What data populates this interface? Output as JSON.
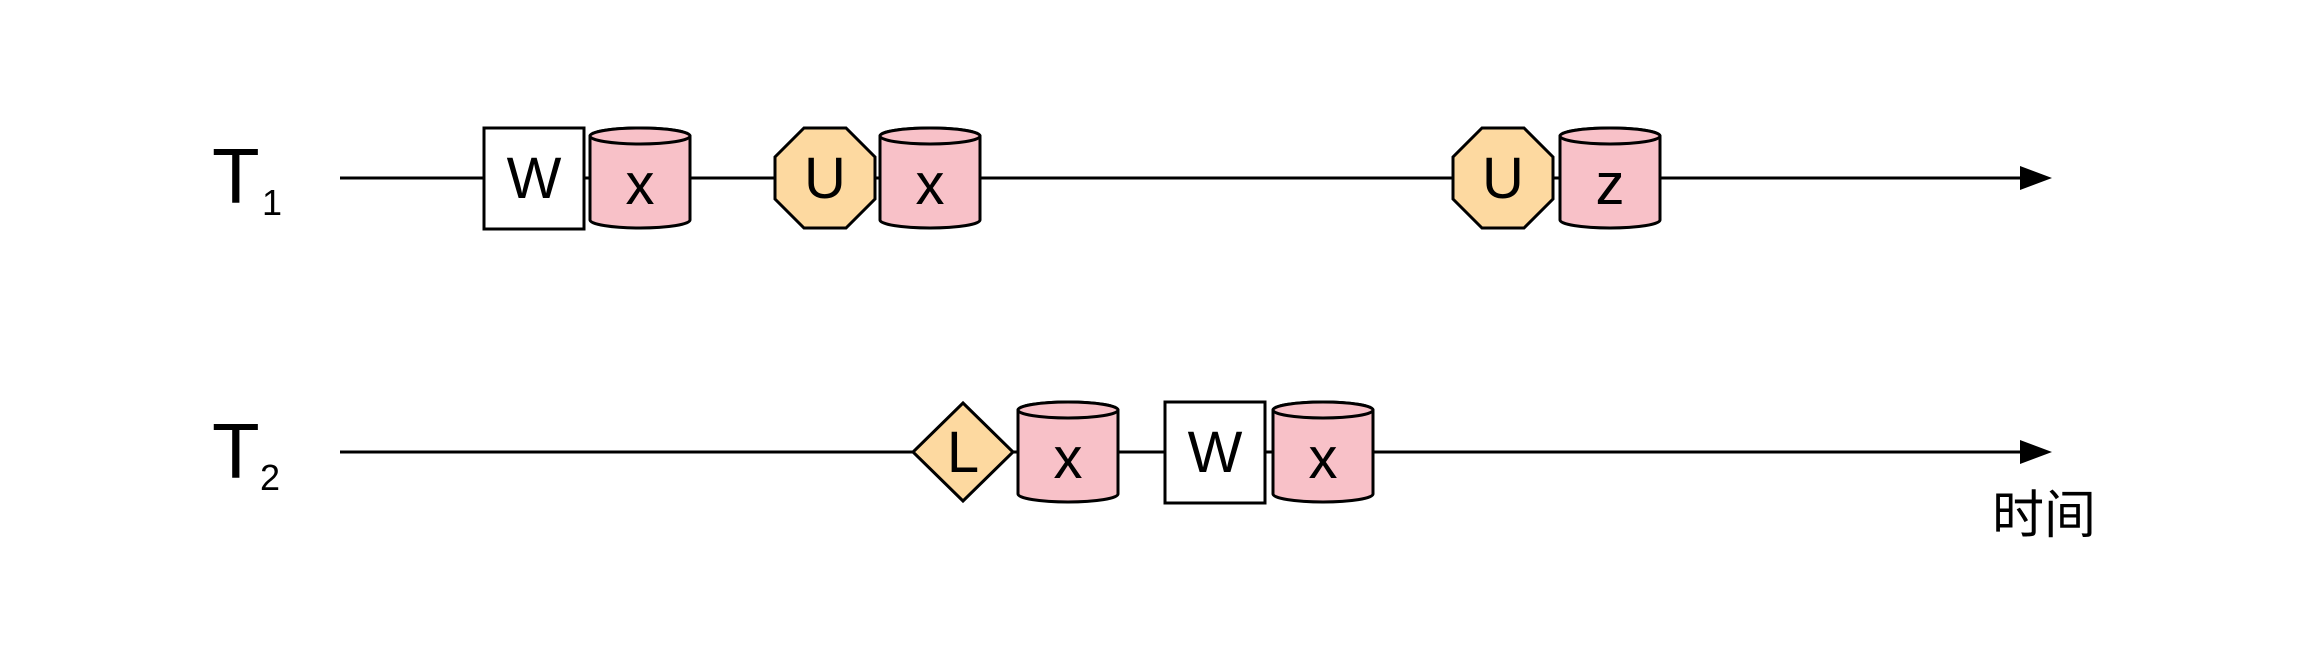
{
  "colors": {
    "lock_fill": "#fdd9a0",
    "data_fill": "#f8c1c8",
    "write_fill": "#ffffff",
    "stroke": "#000000"
  },
  "axis_label": "时间",
  "timelines": [
    {
      "name": "T",
      "subscript": "1",
      "events": [
        {
          "kind": "write",
          "label": "W"
        },
        {
          "kind": "data",
          "label": "x"
        },
        {
          "kind": "unlock",
          "label": "U"
        },
        {
          "kind": "data",
          "label": "x"
        },
        {
          "kind": "unlock",
          "label": "U"
        },
        {
          "kind": "data",
          "label": "z"
        }
      ]
    },
    {
      "name": "T",
      "subscript": "2",
      "events": [
        {
          "kind": "lock",
          "label": "L"
        },
        {
          "kind": "data",
          "label": "x"
        },
        {
          "kind": "write",
          "label": "W"
        },
        {
          "kind": "data",
          "label": "x"
        }
      ]
    }
  ]
}
